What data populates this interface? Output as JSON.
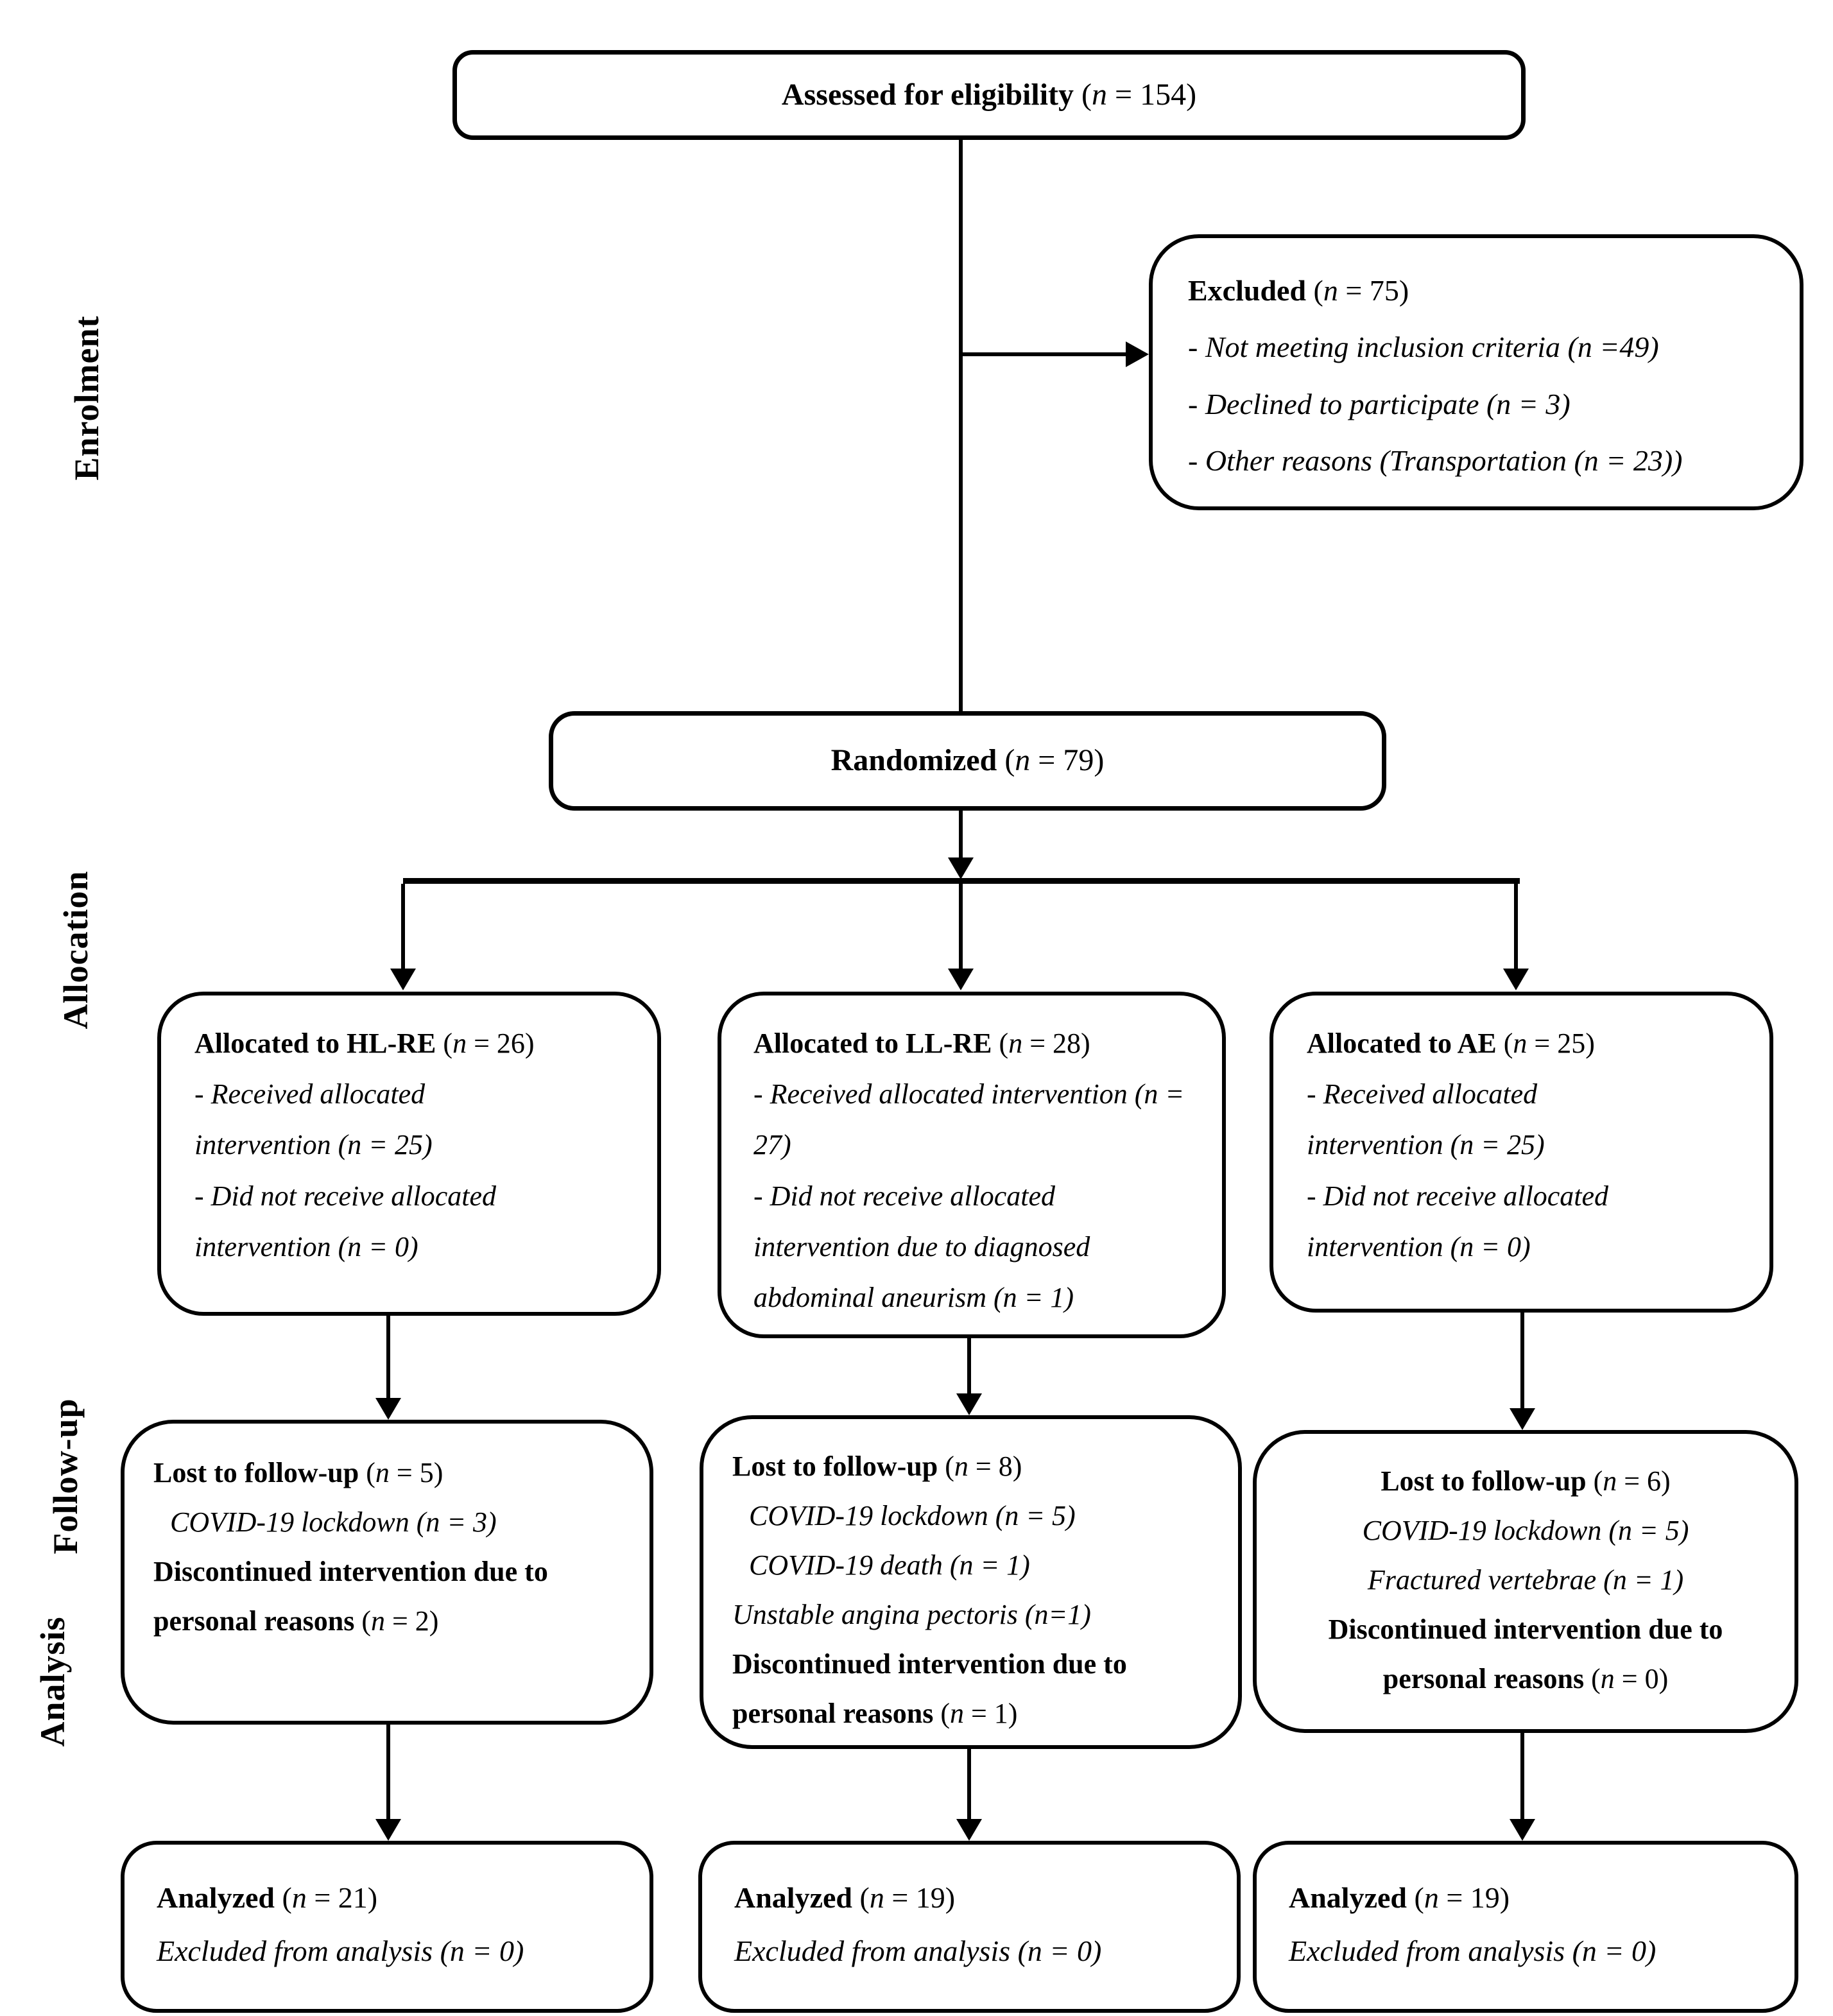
{
  "colors": {
    "ink": "#000000",
    "paper": "#ffffff"
  },
  "stages": [
    {
      "label": "Enrolment"
    },
    {
      "label": "Allocation"
    },
    {
      "label": "Follow-up"
    },
    {
      "label": "Analysis"
    }
  ],
  "boxes": {
    "assessed": {
      "lines": [
        {
          "style": "bold",
          "text": "Assessed for eligibility (n = 154)"
        }
      ]
    },
    "excluded": {
      "lines": [
        {
          "style": "bold",
          "text": "Excluded (n = 75)"
        },
        {
          "style": "italic",
          "text": "- Not meeting inclusion criteria (n =49)"
        },
        {
          "style": "italic",
          "text": "- Declined to participate (n = 3)"
        },
        {
          "style": "italic",
          "text": "- Other reasons (Transportation (n = 23))"
        }
      ]
    },
    "randomized": {
      "lines": [
        {
          "style": "bold",
          "text": "Randomized (n = 79)"
        }
      ]
    },
    "alloc_hlre": {
      "lines": [
        {
          "style": "bold",
          "text": "Allocated to HL-RE (n = 26)"
        },
        {
          "style": "italic",
          "text": "- Received allocated intervention (n = 25)"
        },
        {
          "style": "italic",
          "text": "- Did not receive allocated intervention (n = 0)"
        }
      ]
    },
    "alloc_llre": {
      "lines": [
        {
          "style": "bold",
          "text": "Allocated to LL-RE (n = 28)"
        },
        {
          "style": "italic",
          "text": "- Received allocated intervention (n = 27)"
        },
        {
          "style": "italic",
          "text": "- Did not receive allocated intervention due to diagnosed abdominal aneurism (n = 1)"
        }
      ]
    },
    "alloc_ae": {
      "lines": [
        {
          "style": "bold",
          "text": "Allocated to AE (n = 25)"
        },
        {
          "style": "italic",
          "text": "- Received allocated intervention (n = 25)"
        },
        {
          "style": "italic",
          "text": "- Did not receive allocated intervention (n = 0)"
        }
      ]
    },
    "fu_hlre": {
      "lines": [
        {
          "style": "bold",
          "text": "Lost to follow-up (n = 5)"
        },
        {
          "style": "italic",
          "indent": true,
          "text": "COVID-19 lockdown (n = 3)"
        },
        {
          "style": "bold",
          "text": "Discontinued intervention due to personal reasons (n = 2)"
        }
      ]
    },
    "fu_llre": {
      "lines": [
        {
          "style": "bold",
          "text": "Lost to follow-up (n = 8)"
        },
        {
          "style": "italic",
          "indent": true,
          "text": "COVID-19 lockdown (n = 5)"
        },
        {
          "style": "italic",
          "indent": true,
          "text": "COVID-19 death (n = 1)"
        },
        {
          "style": "italic",
          "text": "Unstable angina pectoris (n=1)"
        },
        {
          "style": "bold",
          "text": "Discontinued intervention due to personal reasons (n = 1)"
        }
      ]
    },
    "fu_ae": {
      "lines": [
        {
          "style": "bold",
          "text": "Lost to follow-up (n = 6)"
        },
        {
          "style": "italic",
          "text": "COVID-19 lockdown (n = 5)"
        },
        {
          "style": "italic",
          "text": "Fractured vertebrae (n = 1)"
        },
        {
          "style": "bold",
          "text": "Discontinued intervention due to personal reasons (n = 0)"
        }
      ]
    },
    "an_hlre": {
      "lines": [
        {
          "style": "bold",
          "text": "Analyzed (n = 21)"
        },
        {
          "style": "italic",
          "text": "Excluded from analysis (n = 0)"
        }
      ]
    },
    "an_llre": {
      "lines": [
        {
          "style": "bold",
          "text": "Analyzed (n = 19)"
        },
        {
          "style": "italic",
          "text": "Excluded from analysis (n = 0)"
        }
      ]
    },
    "an_ae": {
      "lines": [
        {
          "style": "bold",
          "text": "Analyzed (n = 19)"
        },
        {
          "style": "italic",
          "text": "Excluded from analysis (n = 0)"
        }
      ]
    }
  }
}
